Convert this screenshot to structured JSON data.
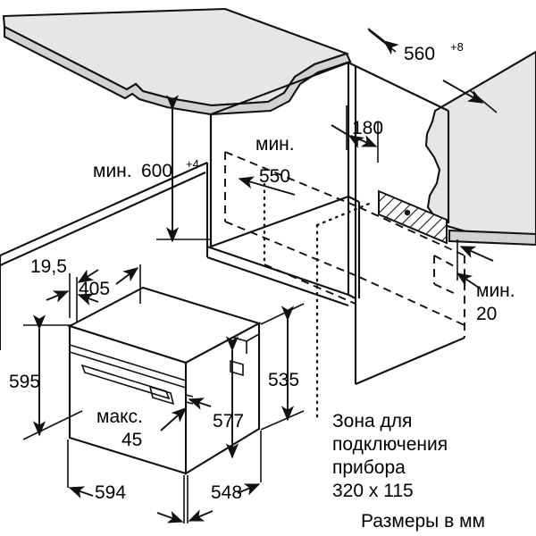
{
  "document": {
    "type": "installation-dimension-drawing",
    "subject": "built-in oven niche installation",
    "units_note": "Размеры в мм"
  },
  "colors": {
    "line": "#111111",
    "panel_light": "#e6e6e6",
    "panel_mid": "#d2d2d2",
    "background": "#ffffff"
  },
  "dimensions": {
    "niche_depth": {
      "value": "560",
      "tolerance": "+8",
      "label_full": "560+8"
    },
    "niche_height_min": {
      "prefix": "мин.",
      "value": "600",
      "tolerance": "+4",
      "label_full": "мин. 600+4"
    },
    "niche_width_min": {
      "prefix": "мин.",
      "value": "550",
      "label_full": "мин. 550"
    },
    "back_offset": {
      "value": "180"
    },
    "rear_gap_min": {
      "prefix": "мин.",
      "value": "20",
      "label_full": "мин. 20"
    },
    "panel_thickness": {
      "value": "19,5"
    },
    "inner_clearance": {
      "value": "405"
    },
    "oven_front_height": {
      "value": "595"
    },
    "oven_body_height": {
      "value": "535"
    },
    "oven_body_depth": {
      "value": "577"
    },
    "oven_front_width": {
      "value": "594"
    },
    "oven_body_width": {
      "value": "548"
    },
    "door_protrusion_max": {
      "prefix": "макс.",
      "value": "45",
      "label_full": "макс. 45"
    }
  },
  "annotations": {
    "connection_zone": {
      "line1": "Зона для",
      "line2": "подключения",
      "line3": "прибора",
      "line4": "320 x 115"
    },
    "units": "Размеры в мм"
  }
}
